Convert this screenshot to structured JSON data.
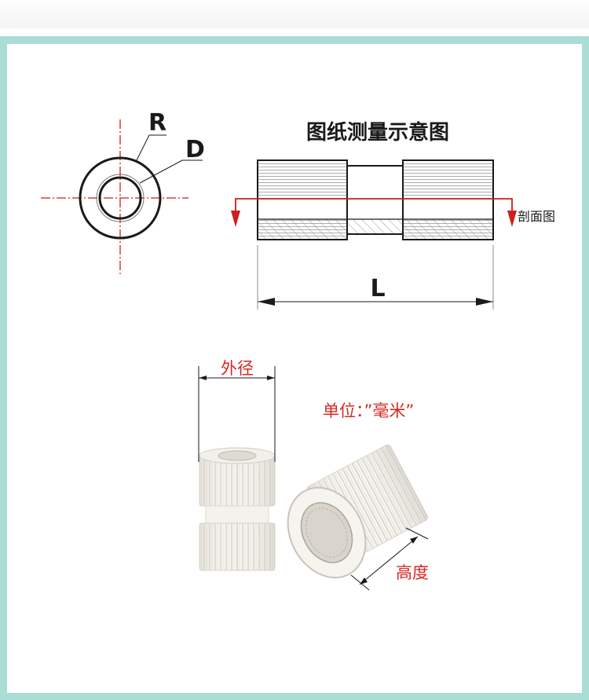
{
  "colors": {
    "frame": "#a9ddd5",
    "line_black": "#1a1a1a",
    "section_red": "#cc1f1f",
    "label_red": "#d7281e",
    "hatch": "#9a9a9a"
  },
  "end_view": {
    "radius_label": "R",
    "diameter_label": "D"
  },
  "side_view": {
    "title": "图纸测量示意图",
    "section_label": "剖面图",
    "length_label": "L"
  },
  "photo": {
    "outer_diameter_label": "外径",
    "unit_label": "单位：”毫米”",
    "height_label": "高度"
  }
}
